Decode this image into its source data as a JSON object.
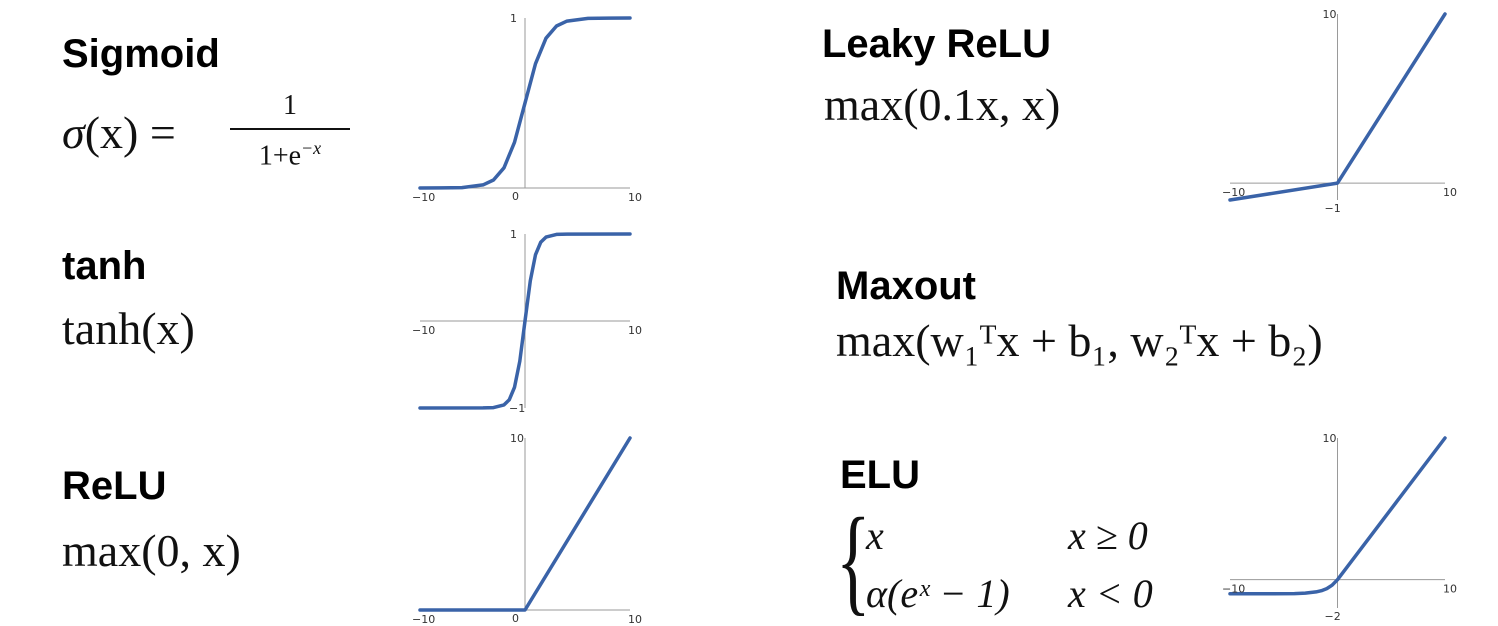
{
  "colors": {
    "curve": "#3a63a8",
    "axis": "#9a9a9a",
    "text": "#111111"
  },
  "sigmoid": {
    "title": "Sigmoid",
    "formula_lhs_sigma": "σ",
    "formula_lhs_paren": "(x) =",
    "frac_num": "1",
    "frac_den": "1+e",
    "frac_den_exp": "−x"
  },
  "tanh": {
    "title": "tanh",
    "formula": "tanh(x)"
  },
  "relu": {
    "title": "ReLU",
    "formula": "max(0, x)"
  },
  "leaky_relu": {
    "title": "Leaky ReLU",
    "formula": "max(0.1x, x)"
  },
  "maxout": {
    "title": "Maxout",
    "formula": "max(w₁ᵀx + b₁, w₂ᵀx + b₂)"
  },
  "elu": {
    "title": "ELU",
    "case1_expr": "x",
    "case1_cond": "x ≥ 0",
    "case2_expr": "α(eˣ − 1)",
    "case2_cond": "x < 0"
  },
  "chart_data": [
    {
      "type": "line",
      "name": "sigmoid",
      "function": "1/(1+exp(-x))",
      "xlim": [
        -10,
        10
      ],
      "ylim": [
        0,
        1
      ],
      "tick_labels": {
        "x_left": "−10",
        "x_right": "10",
        "y_top": "1",
        "y_origin": "0"
      },
      "x": [
        -10,
        -8,
        -6,
        -4,
        -3,
        -2,
        -1,
        0,
        1,
        2,
        3,
        4,
        6,
        8,
        10
      ],
      "y": [
        0.0,
        0.0003,
        0.0025,
        0.018,
        0.047,
        0.119,
        0.269,
        0.5,
        0.731,
        0.881,
        0.953,
        0.982,
        0.9975,
        0.9997,
        1.0
      ]
    },
    {
      "type": "line",
      "name": "tanh",
      "function": "tanh(x)",
      "xlim": [
        -10,
        10
      ],
      "ylim": [
        -1,
        1
      ],
      "tick_labels": {
        "x_left": "−10",
        "x_right": "10",
        "y_top": "1",
        "y_bottom": "−1"
      },
      "x": [
        -10,
        -4,
        -3,
        -2,
        -1.5,
        -1,
        -0.5,
        0,
        0.5,
        1,
        1.5,
        2,
        3,
        4,
        10
      ],
      "y": [
        -1.0,
        -0.999,
        -0.995,
        -0.964,
        -0.905,
        -0.762,
        -0.462,
        0.0,
        0.462,
        0.762,
        0.905,
        0.964,
        0.995,
        0.999,
        1.0
      ]
    },
    {
      "type": "line",
      "name": "relu",
      "function": "max(0, x)",
      "xlim": [
        -10,
        10
      ],
      "ylim": [
        0,
        10
      ],
      "tick_labels": {
        "x_left": "−10",
        "x_right": "10",
        "y_top": "10",
        "y_origin": "0"
      },
      "x": [
        -10,
        0,
        10
      ],
      "y": [
        0,
        0,
        10
      ]
    },
    {
      "type": "line",
      "name": "leaky_relu",
      "function": "max(0.1x, x)",
      "xlim": [
        -10,
        10
      ],
      "ylim": [
        -1,
        10
      ],
      "tick_labels": {
        "x_left": "−10",
        "x_right": "10",
        "y_top": "10",
        "y_origin": "−1"
      },
      "x": [
        -10,
        0,
        10
      ],
      "y": [
        -1,
        0,
        10
      ]
    },
    {
      "type": "line",
      "name": "elu",
      "function": "x if x>=0 else exp(x)-1",
      "xlim": [
        -10,
        10
      ],
      "ylim": [
        -2,
        10
      ],
      "tick_labels": {
        "x_left": "−10",
        "x_right": "10",
        "y_top": "10",
        "y_origin": "−2"
      },
      "x": [
        -10,
        -6,
        -4,
        -3,
        -2,
        -1.5,
        -1,
        -0.5,
        0,
        10
      ],
      "y": [
        -1.0,
        -0.998,
        -0.982,
        -0.95,
        -0.865,
        -0.777,
        -0.632,
        -0.393,
        0,
        10
      ]
    }
  ]
}
